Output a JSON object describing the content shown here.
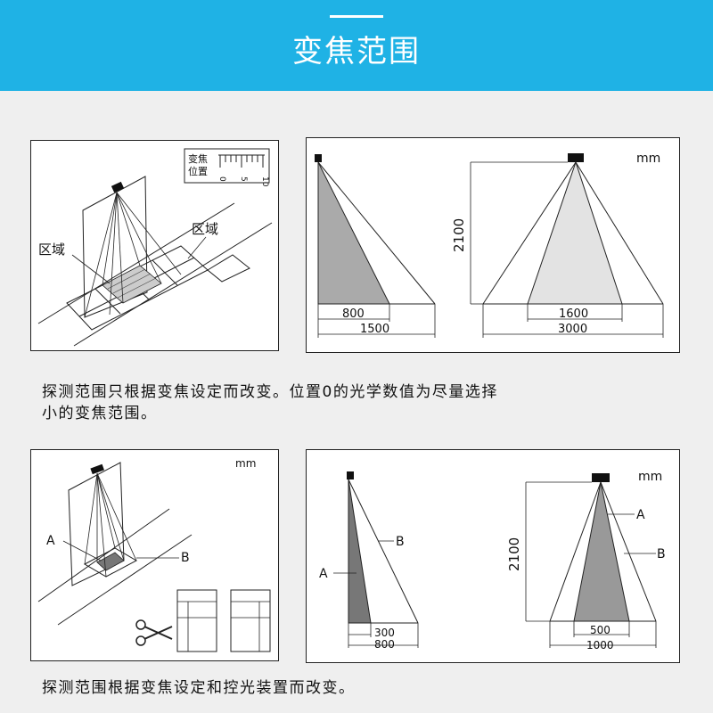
{
  "header": {
    "title": "变焦范围"
  },
  "panel1": {
    "zone_label_left": "区域",
    "zone_label_right": "区域",
    "zoom_label_line1": "变焦",
    "zoom_label_line2": "位置",
    "zoom_marks": [
      "0",
      "5",
      "10"
    ]
  },
  "panel2": {
    "unit": "mm",
    "height": "2100",
    "left_inner": "800",
    "left_outer": "1500",
    "right_inner": "1600",
    "right_outer": "3000"
  },
  "caption1": {
    "line1": "探测范围只根据变焦设定而改变。位置0的光学数值为尽量选择",
    "line2": "小的变焦范围。"
  },
  "panel3": {
    "unit": "mm",
    "label_a": "A",
    "label_b": "B"
  },
  "panel4": {
    "unit": "mm",
    "height": "2100",
    "label_a_left": "A",
    "label_b_left": "B",
    "label_a_right": "A",
    "label_b_right": "B",
    "left_inner": "300",
    "left_outer": "800",
    "right_inner": "500",
    "right_outer": "1000"
  },
  "caption2": {
    "line1": "探测范围根据变焦设定和控光装置而改变。"
  }
}
